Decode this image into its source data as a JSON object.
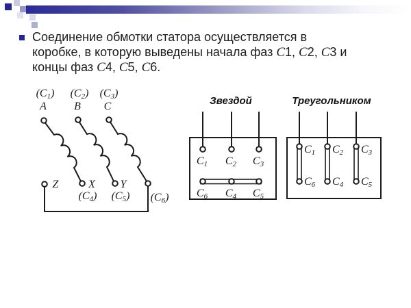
{
  "header": {
    "bar_color_start": "#2b2b97",
    "bar_color_end": "#ffffff",
    "accent_navy": "#23239a"
  },
  "bullet_text": {
    "lines": [
      [
        {
          "t": "Соединение обмотки статора осуществляется в"
        }
      ],
      [
        {
          "t": "коробке, в которую выведены начала фаз "
        },
        {
          "t": "С",
          "i": true
        },
        {
          "t": "1, "
        },
        {
          "t": "С",
          "i": true
        },
        {
          "t": "2, "
        },
        {
          "t": "С",
          "i": true
        },
        {
          "t": "3 и"
        }
      ],
      [
        {
          "t": "концы фаз "
        },
        {
          "t": "С",
          "i": true
        },
        {
          "t": "4, "
        },
        {
          "t": "С",
          "i": true
        },
        {
          "t": "5, "
        },
        {
          "t": "С",
          "i": true
        },
        {
          "t": "6."
        }
      ]
    ]
  },
  "winding": {
    "phase_starts": [
      {
        "paren": "(C",
        "sub": "1",
        "close": ")",
        "letter": "A"
      },
      {
        "paren": "(C",
        "sub": "2",
        "close": ")",
        "letter": "B"
      },
      {
        "paren": "(C",
        "sub": "3",
        "close": ")",
        "letter": "C"
      }
    ],
    "phase_ends": [
      {
        "letter": "Z"
      },
      {
        "letter": "X",
        "paren": "(C",
        "sub": "4",
        "close": ")"
      },
      {
        "letter": "Y",
        "paren": "(C",
        "sub": "5",
        "close": ")"
      },
      {
        "paren": "(C",
        "sub": "6",
        "close": ")"
      }
    ]
  },
  "star": {
    "title": "Звездой",
    "top": [
      {
        "m": "C",
        "s": "1"
      },
      {
        "m": "C",
        "s": "2"
      },
      {
        "m": "C",
        "s": "3"
      }
    ],
    "bottom": [
      {
        "m": "C",
        "s": "6"
      },
      {
        "m": "C",
        "s": "4"
      },
      {
        "m": "C",
        "s": "5"
      }
    ]
  },
  "delta": {
    "title": "Треугольником",
    "top": [
      {
        "m": "C",
        "s": "1"
      },
      {
        "m": "C",
        "s": "2"
      },
      {
        "m": "C",
        "s": "3"
      }
    ],
    "bottom": [
      {
        "m": "C",
        "s": "6"
      },
      {
        "m": "C",
        "s": "4"
      },
      {
        "m": "C",
        "s": "5"
      }
    ]
  }
}
